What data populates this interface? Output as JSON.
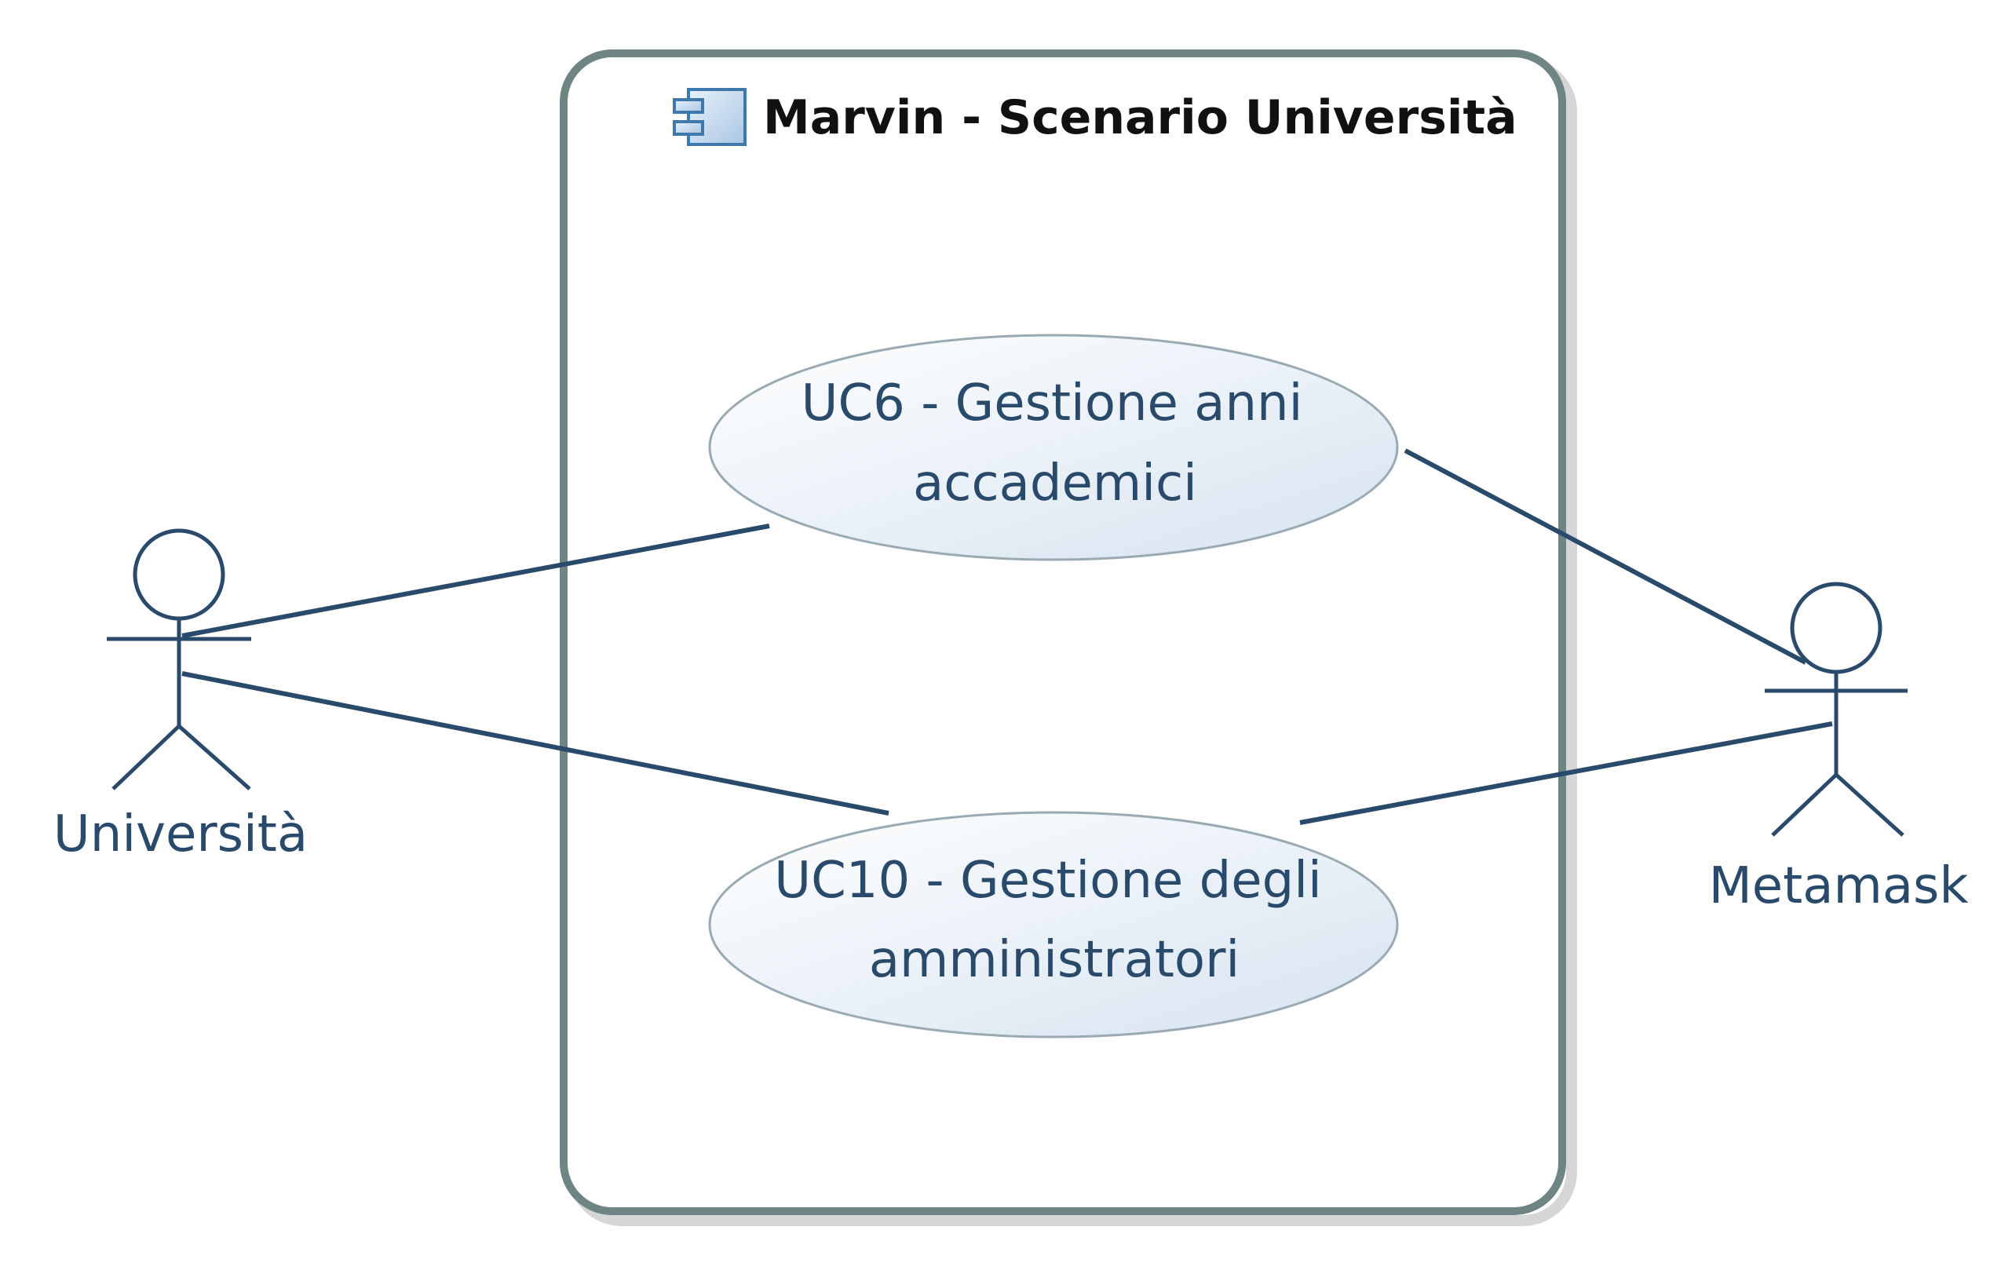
{
  "system": {
    "title": "Marvin - Scenario Università",
    "icon": "component-icon"
  },
  "actors": {
    "left": {
      "label": "Università"
    },
    "right": {
      "label": "Metamask"
    }
  },
  "use_cases": {
    "uc6": {
      "line1": "UC6 - Gestione anni",
      "line2": "accademici"
    },
    "uc10": {
      "line1": "UC10 - Gestione degli",
      "line2": "amministratori"
    }
  },
  "colors": {
    "line": "#2a4a6b",
    "boundary": "#6f8584",
    "usecase_fill_top": "#ffffff",
    "usecase_fill_bottom": "#dbe6f1"
  }
}
